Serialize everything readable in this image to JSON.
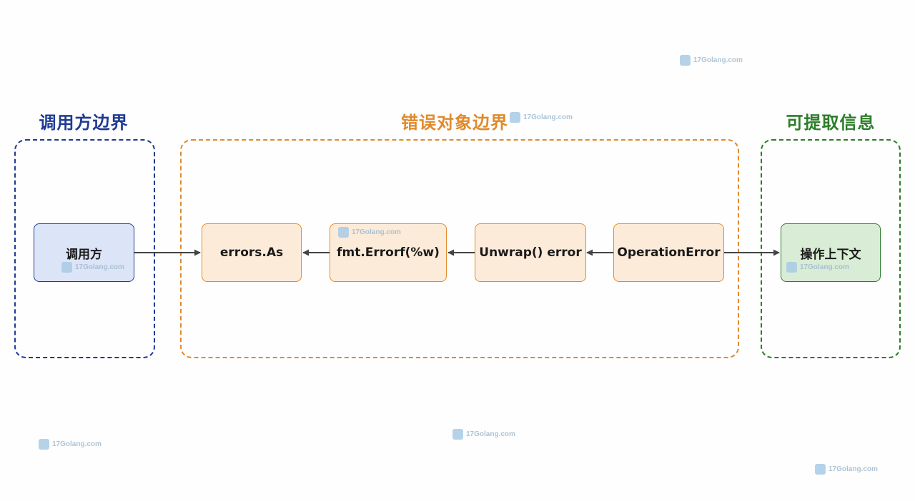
{
  "groups": {
    "caller": {
      "title": "调用方边界",
      "color": "#1f3a93"
    },
    "error": {
      "title": "错误对象边界",
      "color": "#e08a2c"
    },
    "info": {
      "title": "可提取信息",
      "color": "#2d7d2a"
    }
  },
  "nodes": {
    "caller": "调用方",
    "errors_as": "errors.As",
    "fmt_errorf": "fmt.Errorf(%w)",
    "unwrap": "Unwrap() error",
    "operation_error": "OperationError",
    "context": "操作上下文"
  },
  "edges": [
    {
      "from": "caller",
      "to": "errors_as"
    },
    {
      "from": "fmt_errorf",
      "to": "errors_as"
    },
    {
      "from": "unwrap",
      "to": "fmt_errorf"
    },
    {
      "from": "operation_error",
      "to": "unwrap"
    },
    {
      "from": "operation_error",
      "to": "context"
    }
  ],
  "watermark": "17Golang.com"
}
